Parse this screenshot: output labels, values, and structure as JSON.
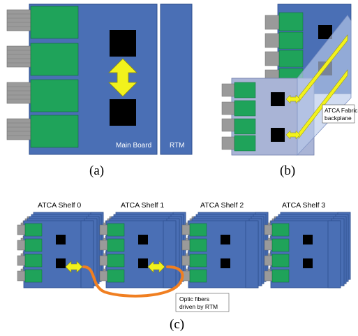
{
  "figure_a": {
    "caption": "(a)",
    "main_board_label": "Main Board",
    "rtm_label": "RTM"
  },
  "figure_b": {
    "caption": "(b)",
    "backplane_label_line1": "ATCA Fabric",
    "backplane_label_line2": "backplane"
  },
  "figure_c": {
    "caption": "(c)",
    "shelves": [
      {
        "title": "ATCA Shelf 0"
      },
      {
        "title": "ATCA Shelf 1"
      },
      {
        "title": "ATCA Shelf 2"
      },
      {
        "title": "ATCA Shelf 3"
      }
    ],
    "fiber_label_line1": "Optic fibers",
    "fiber_label_line2": "driven by RTM"
  },
  "colors": {
    "board": "#4a6fb5",
    "board_edge": "#2e4f8f",
    "fpga": "#1fa35a",
    "fpga_edge": "#0f6b37",
    "connector": "#9a9a9a",
    "chip": "#000000",
    "arrow": "#f2f21c",
    "fiber": "#f07f21",
    "backplane": "#b9c9ea"
  }
}
